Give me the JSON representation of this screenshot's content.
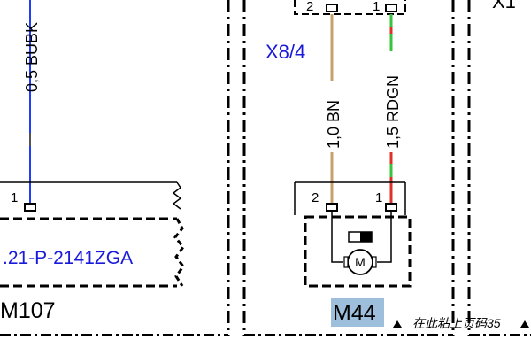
{
  "wires": {
    "left_wire_label": "0,5 BUBK",
    "brown_wire_label": "1,0 BN",
    "redgreen_wire_label": "1,5 RDGN"
  },
  "pins": {
    "m107_pin": "1",
    "x84_pin_left": "2",
    "x84_pin_right": "1",
    "m44_pin_left": "2",
    "m44_pin_right": "1"
  },
  "connector": {
    "name": "X8/4"
  },
  "components": {
    "part_number": ".21-P-2141ZGA",
    "m107": "M107",
    "m44": "M44",
    "motor_symbol": "M",
    "top_right_partial": "X1"
  },
  "footer": {
    "page_note": "在此粘上页码35"
  },
  "colors": {
    "blue_text": "#1a1adb",
    "wire_blue": "#1f3cff",
    "wire_brown": "#c8a06e",
    "wire_red": "#e0302a",
    "wire_green": "#39c23c",
    "highlight": "#9dbfdc"
  }
}
